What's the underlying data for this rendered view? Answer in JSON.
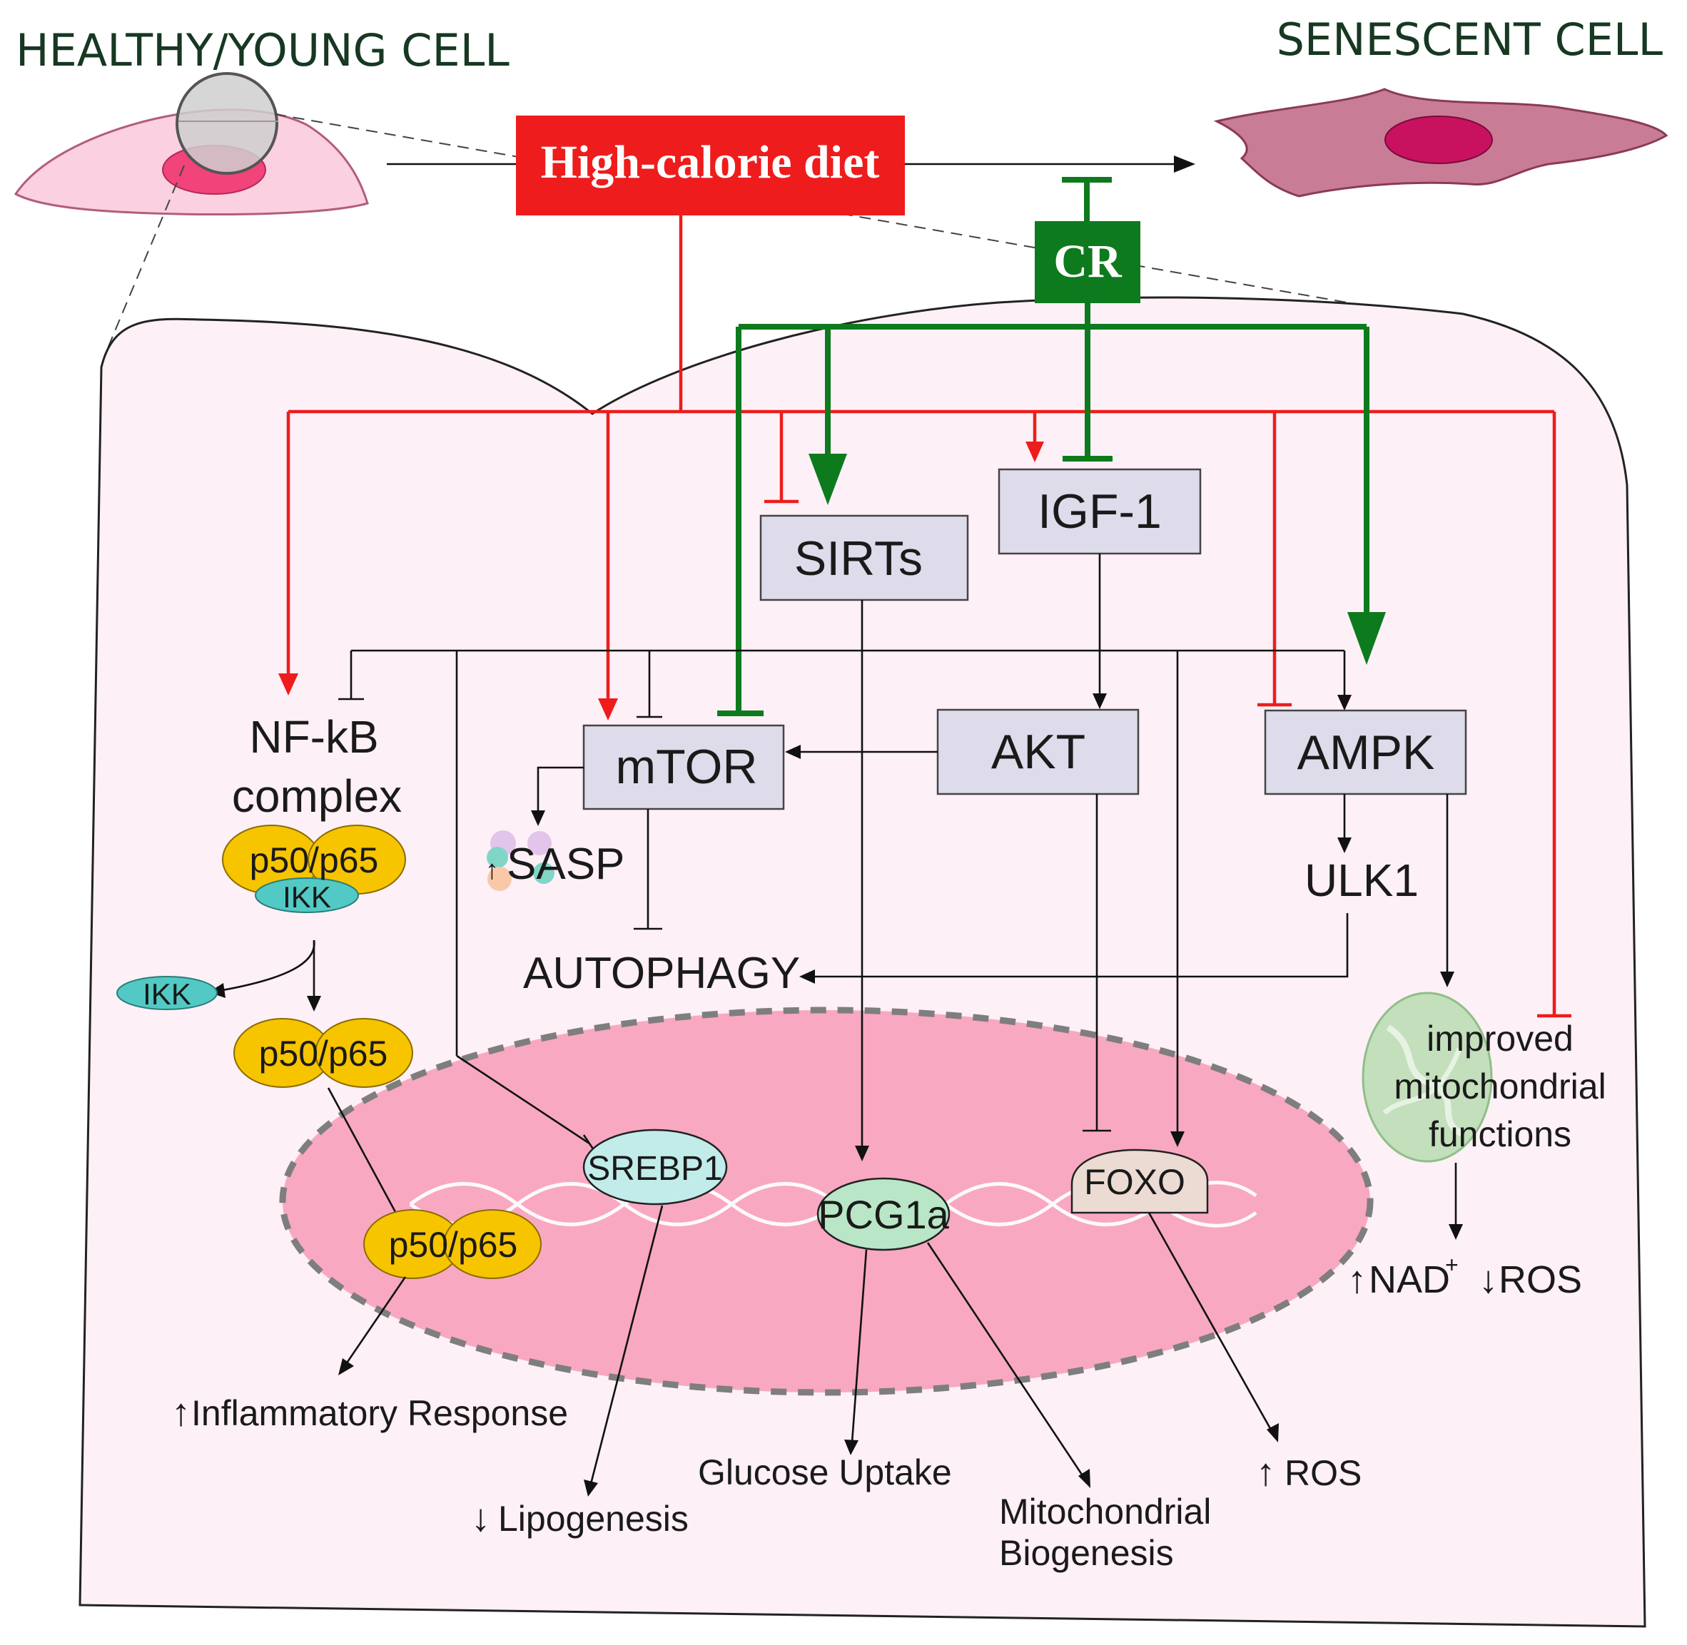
{
  "header": {
    "left": "HEALTHY/YOUNG CELL",
    "right": "SENESCENT CELL"
  },
  "inputs": {
    "diet": "High-calorie diet",
    "cr": "CR"
  },
  "nodes": {
    "sirts": "SIRTs",
    "igf1": "IGF-1",
    "nfkb_line1": "NF-kB",
    "nfkb_line2": "complex",
    "mtor": "mTOR",
    "akt": "AKT",
    "ampk": "AMPK",
    "ulk1": "ULK1",
    "sasp": "SASP",
    "autophagy": "AUTOPHAGY",
    "p50p65": "p50/p65",
    "ikk": "IKK",
    "srebp1": "SREBP1",
    "pcg1a": "PCG1a",
    "foxo": "FOXO"
  },
  "outcomes": {
    "mito_line1": "improved",
    "mito_line2": "mitochondrial",
    "mito_line3": "functions",
    "nad": "NAD",
    "nad_sup": "+",
    "ros_down": "ROS",
    "inflammatory": "Inflammatory Response",
    "lipogenesis": "Lipogenesis",
    "glucose": "Glucose Uptake",
    "biogenesis_line1": "Mitochondrial",
    "biogenesis_line2": "Biogenesis",
    "ros_up": "ROS"
  },
  "colors": {
    "diet": "#ee1c1c",
    "cr": "#0e7a1e",
    "cell_fill": "#fdf0f6",
    "nucleus": "#f9a8c2",
    "protein": "#f7c400",
    "ikk": "#52c9c4",
    "box": "#dedbea"
  }
}
